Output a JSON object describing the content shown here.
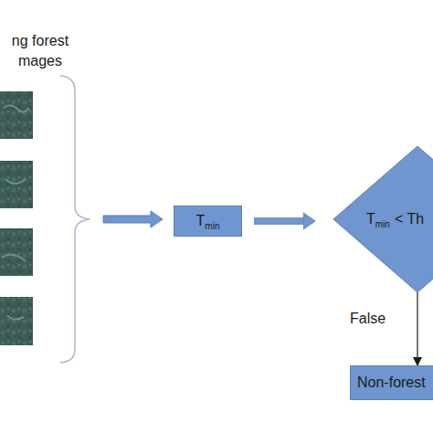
{
  "diagram": {
    "nodes": [
      {
        "text": [
          "T",
          "min"
        ]
      },
      {
        "text": [
          "T",
          "min",
          "< Th"
        ]
      },
      {
        "text": [
          "Non-forest"
        ]
      }
    ],
    "edges": [
      {
        "from": 0,
        "to": 1,
        "arrow": "to"
      },
      {
        "from": 1,
        "to": 2,
        "label": "False",
        "arrow": "to"
      }
    ],
    "labels": [
      "ng forest mages"
    ]
  }
}
